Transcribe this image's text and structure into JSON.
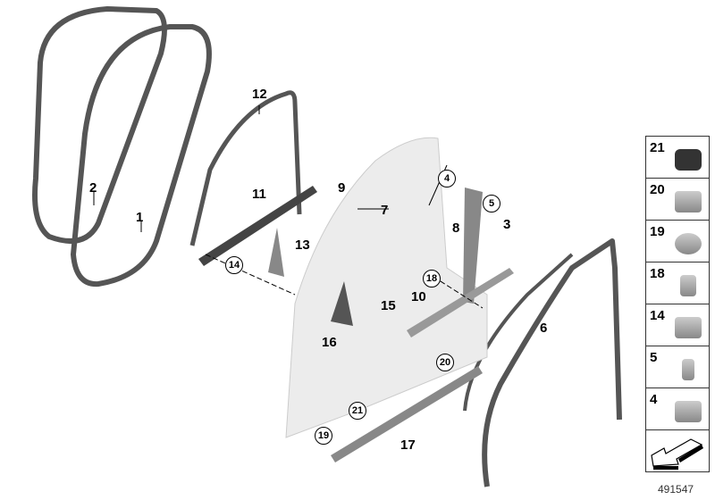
{
  "diagram": {
    "callouts": [
      "1",
      "2",
      "3",
      "6",
      "7",
      "8",
      "9",
      "10",
      "11",
      "12",
      "13",
      "15",
      "16",
      "17"
    ],
    "circled_callouts": [
      "4",
      "5",
      "14",
      "18",
      "19",
      "20",
      "21"
    ],
    "legend_panel": {
      "items": [
        {
          "number": "21",
          "part": "pad-icon"
        },
        {
          "number": "20",
          "part": "clip-nut-icon"
        },
        {
          "number": "19",
          "part": "expanding-rivet-icon"
        },
        {
          "number": "18",
          "part": "screw-icon"
        },
        {
          "number": "14",
          "part": "clip-icon"
        },
        {
          "number": "5",
          "part": "screw-icon"
        },
        {
          "number": "4",
          "part": "clip-nut-icon"
        }
      ],
      "direction_icon": "arrow-icon"
    },
    "reference_number": "491547"
  }
}
